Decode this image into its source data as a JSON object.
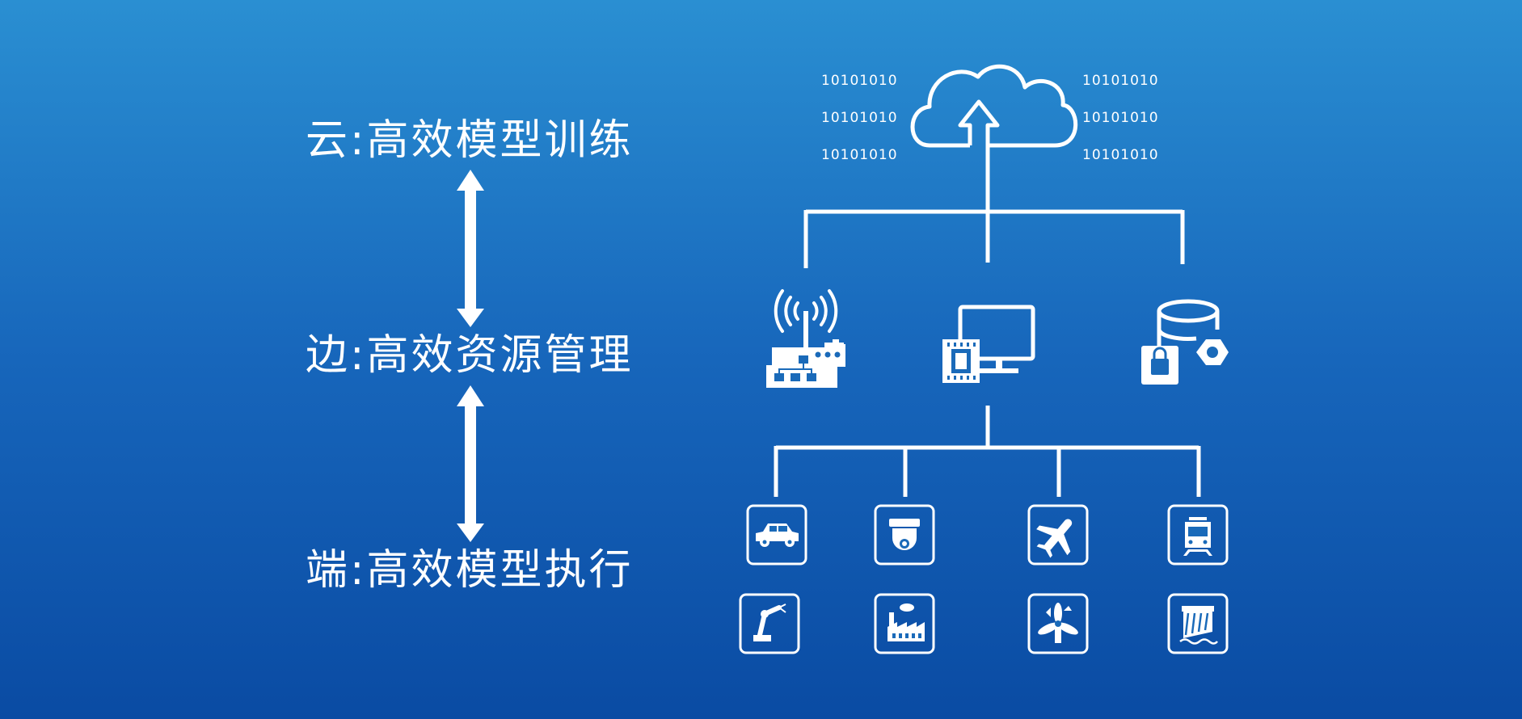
{
  "layers": {
    "cloud": "云:高效模型训练",
    "edge": "边:高效资源管理",
    "device": "端:高效模型执行"
  },
  "binary": {
    "left": [
      "10101010",
      "10101010",
      "10101010"
    ],
    "right": [
      "10101010",
      "10101010",
      "10101010"
    ]
  },
  "colors": {
    "background_top": "#2a8fd2",
    "background_bottom": "#0a4ba3",
    "foreground": "#ffffff"
  },
  "icons": {
    "edge_nodes": [
      "router-icon",
      "computer-chip-icon",
      "secure-database-icon"
    ],
    "devices_row1": [
      "car-icon",
      "surveillance-camera-icon",
      "airplane-icon",
      "train-icon"
    ],
    "devices_row2": [
      "robotic-arm-icon",
      "factory-icon",
      "wind-turbine-icon",
      "dam-icon"
    ]
  }
}
